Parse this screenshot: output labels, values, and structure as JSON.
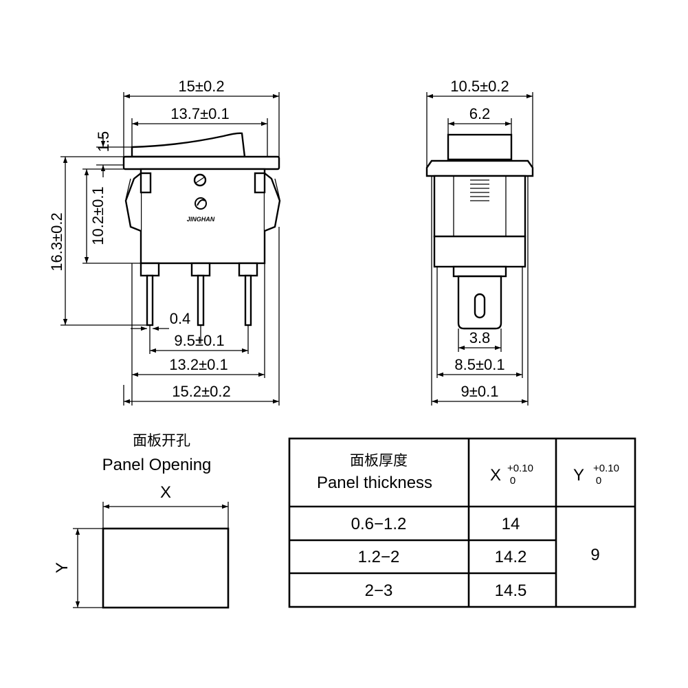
{
  "front_view": {
    "dims": {
      "overall_width": "15±0.2",
      "inner_width": "13.7±0.1",
      "rocker_height": "1.5",
      "body_height": "10.2±0.1",
      "total_height": "16.3±0.2",
      "pin_width": "0.4",
      "pin_pitch": "9.5±0.1",
      "outer_pin_span": "13.2±0.1",
      "base_width": "15.2±0.2"
    },
    "logo_text": "JINGHAN"
  },
  "side_view": {
    "dims": {
      "overall_width": "10.5±0.2",
      "rocker_width": "6.2",
      "terminal_width": "3.8",
      "body_width": "8.5±0.1",
      "base_width": "9±0.1"
    }
  },
  "panel_opening": {
    "title_cn": "面板开孔",
    "title_en": "Panel Opening",
    "x_label": "X",
    "y_label": "Y"
  },
  "thickness_table": {
    "header_cn": "面板厚度",
    "header_en": "Panel thickness",
    "col_x": "X",
    "col_y": "Y",
    "tol_plus": "+0.10",
    "tol_zero": "0",
    "rows": [
      {
        "thickness": "0.6−1.2",
        "x": "14"
      },
      {
        "thickness": "1.2−2",
        "x": "14.2"
      },
      {
        "thickness": "2−3",
        "x": "14.5"
      }
    ],
    "y_value": "9"
  }
}
